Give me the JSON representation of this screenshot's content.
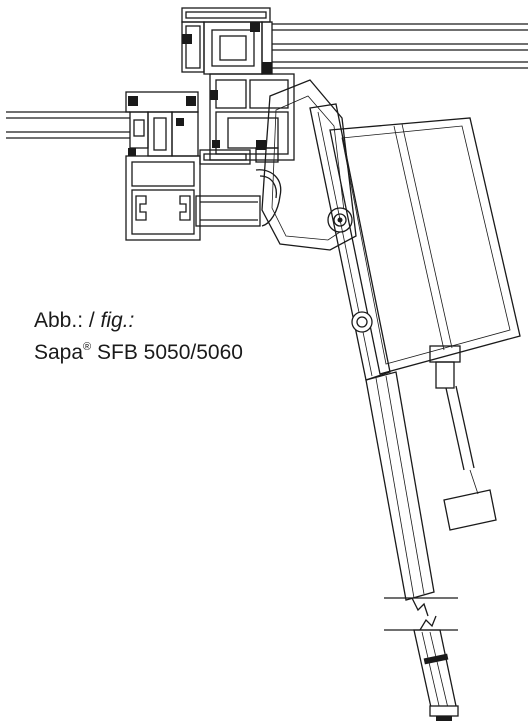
{
  "caption": {
    "line1_prefix": "Abb.: / ",
    "line1_italic": "fig.:",
    "line2_prefix": "Sapa",
    "line2_mark": "®",
    "line2_suffix": " SFB 5050/5060"
  },
  "colors": {
    "ink": "#1a1a1a",
    "paper": "#ffffff"
  }
}
